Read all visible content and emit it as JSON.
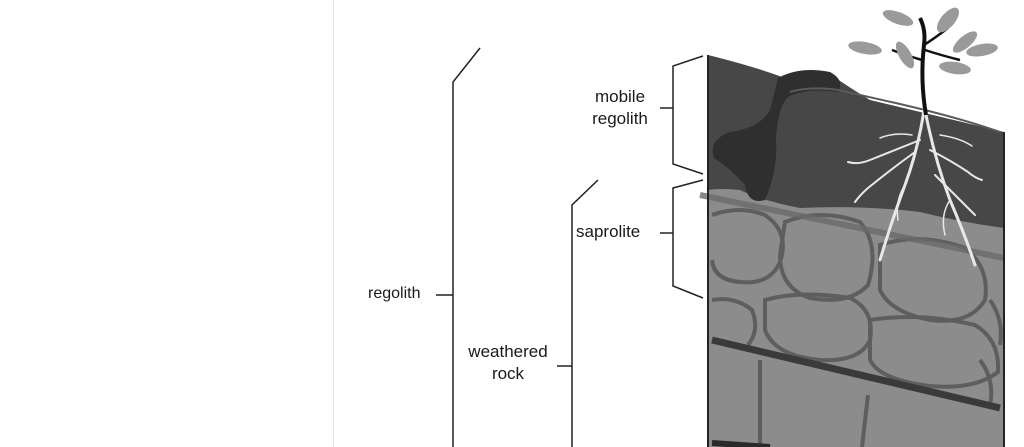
{
  "labels": {
    "regolith": "regolith",
    "mobile_regolith_line1": "mobile",
    "mobile_regolith_line2": "regolith",
    "saprolite": "saprolite",
    "weathered_rock_line1": "weathered",
    "weathered_rock_line2": "rock"
  },
  "colors": {
    "mobile_regolith_fill": "#474747",
    "saprolite_fill": "#8c8c8c",
    "block_outline": "#5a5a5a",
    "root_color": "#e8e8e8",
    "leaf_color": "#9a9a9a",
    "line_color": "#222222"
  }
}
